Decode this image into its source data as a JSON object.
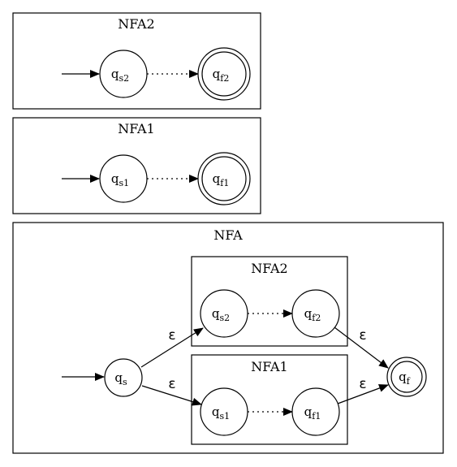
{
  "clusters": {
    "top_nfa2": "NFA2",
    "top_nfa1": "NFA1",
    "outer_nfa": "NFA",
    "inner_nfa2": "NFA2",
    "inner_nfa1": "NFA1"
  },
  "states": {
    "top_qs2": {
      "base": "q",
      "sub": "s2"
    },
    "top_qf2": {
      "base": "q",
      "sub": "f2"
    },
    "top_qs1": {
      "base": "q",
      "sub": "s1"
    },
    "top_qf1": {
      "base": "q",
      "sub": "f1"
    },
    "qs": {
      "base": "q",
      "sub": "s"
    },
    "in_qs2": {
      "base": "q",
      "sub": "s2"
    },
    "in_qf2": {
      "base": "q",
      "sub": "f2"
    },
    "in_qs1": {
      "base": "q",
      "sub": "s1"
    },
    "in_qf1": {
      "base": "q",
      "sub": "f1"
    },
    "qf": {
      "base": "q",
      "sub": "f"
    }
  },
  "edges": {
    "eps_qs_qs2": "ε",
    "eps_qs_qs1": "ε",
    "eps_qf2_qf": "ε",
    "eps_qf1_qf": "ε"
  },
  "colors": {
    "stroke": "#000000",
    "background": "#ffffff"
  }
}
